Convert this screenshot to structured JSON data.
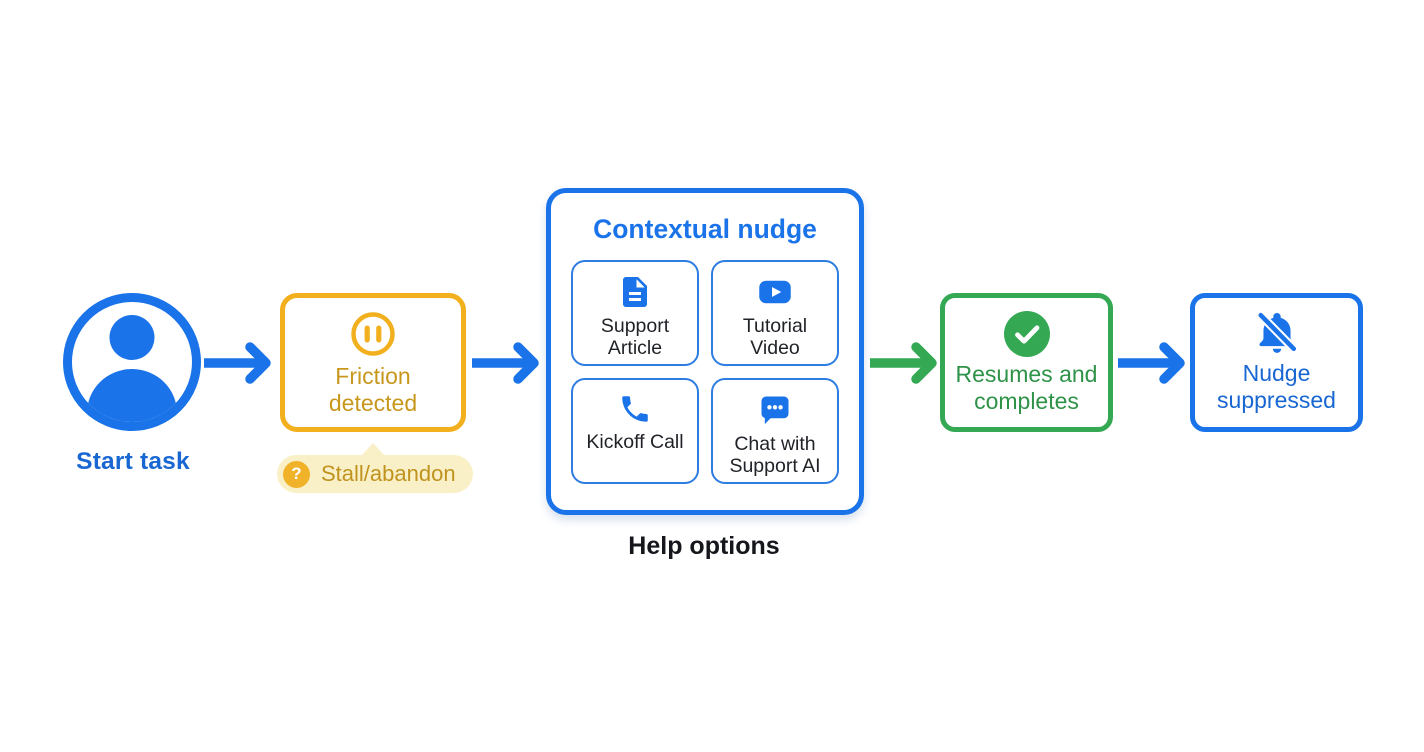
{
  "colors": {
    "blue": "#1A73E8",
    "blue_text": "#1967D2",
    "amber_border": "#F2B01E",
    "amber_text": "#C8981D",
    "badge_bg": "#FAF0C7",
    "badge_circle": "#F0B229",
    "green": "#34A853",
    "green_text": "#2E9348",
    "dark_text": "#1F2227",
    "background": "#FFFFFF"
  },
  "nodes": {
    "start": {
      "label": "Start task",
      "icon": "person-icon"
    },
    "friction": {
      "label": "Friction detected",
      "icon": "pause-icon",
      "badge": {
        "label": "Stall/abandon",
        "glyph": "?",
        "icon": "question-icon"
      }
    },
    "nudge": {
      "title": "Contextual nudge",
      "caption": "Help options",
      "options": [
        {
          "label": "Support Article",
          "icon": "document-icon"
        },
        {
          "label": "Tutorial Video",
          "icon": "video-play-icon"
        },
        {
          "label": "Kickoff Call",
          "icon": "phone-icon"
        },
        {
          "label": "Chat with Support AI",
          "icon": "chat-icon"
        }
      ]
    },
    "resumes": {
      "label": "Resumes and completes",
      "icon": "check-circle-icon"
    },
    "suppressed": {
      "label": "Nudge suppressed",
      "icon": "bell-off-icon"
    }
  }
}
